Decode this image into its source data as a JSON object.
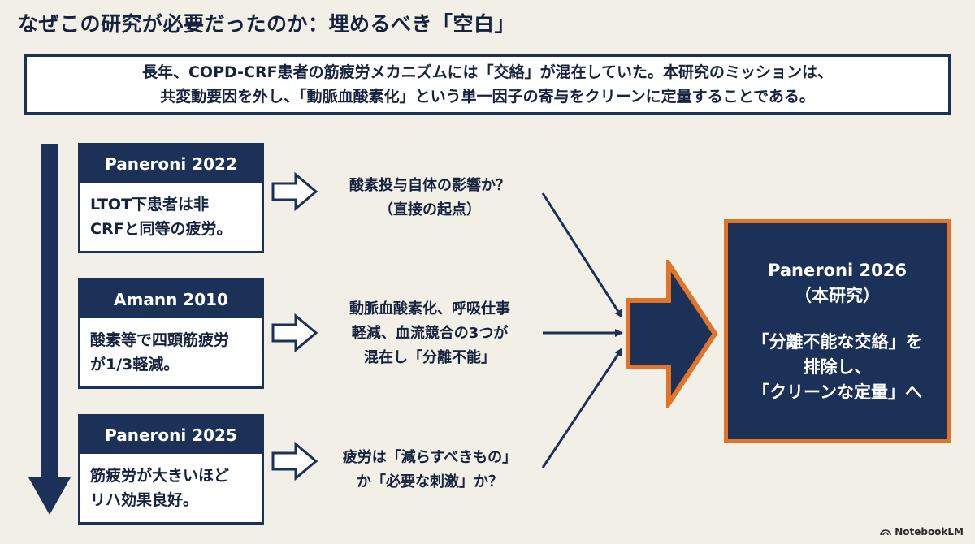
{
  "title": "なぜこの研究が必要だったのか：埋めるべき「空白」",
  "mission": {
    "line1": "長年、COPD-CRF患者の筋疲労メカニズムには「交絡」が混在していた。本研究のミッションは、",
    "line2": "共変動要因を外し、「動脈血酸素化」という単一因子の寄与をクリーンに定量することである。"
  },
  "studies": [
    {
      "title": "Paneroni 2022",
      "body1": "LTOT下患者は非",
      "body2": "CRFと同等の疲労。",
      "issue1": "酸素投与自体の影響か？",
      "issue2": "（直接の起点）",
      "issue3": ""
    },
    {
      "title": "Amann 2010",
      "body1": "酸素等で四頭筋疲労",
      "body2": "が1/3軽減。",
      "issue1": "動脈血酸素化、呼吸仕事",
      "issue2": "軽減、血流競合の3つが",
      "issue3": "混在し「分離不能」"
    },
    {
      "title": "Paneroni 2025",
      "body1": "筋疲労が大きいほど",
      "body2": "リハ効果良好。",
      "issue1": "疲労は「減らすべきもの」",
      "issue2": "か「必要な刺激」か？",
      "issue3": ""
    }
  ],
  "result": {
    "title": "Paneroni 2026",
    "subtitle": "（本研究）",
    "line1": "「分離不能な交絡」を",
    "line2": "排除し、",
    "line3": "「クリーンな定量」へ"
  },
  "brand": "NotebookLM",
  "colors": {
    "navy": "#1b3158",
    "orange": "#e0752a",
    "background": "#f1efe6"
  }
}
